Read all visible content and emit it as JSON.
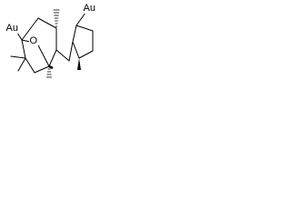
{
  "atoms": {
    "au_left": "Au",
    "o_bridge": "O",
    "au_right": "Au"
  },
  "colors": {
    "bond": "#000000",
    "background": "#ffffff"
  }
}
